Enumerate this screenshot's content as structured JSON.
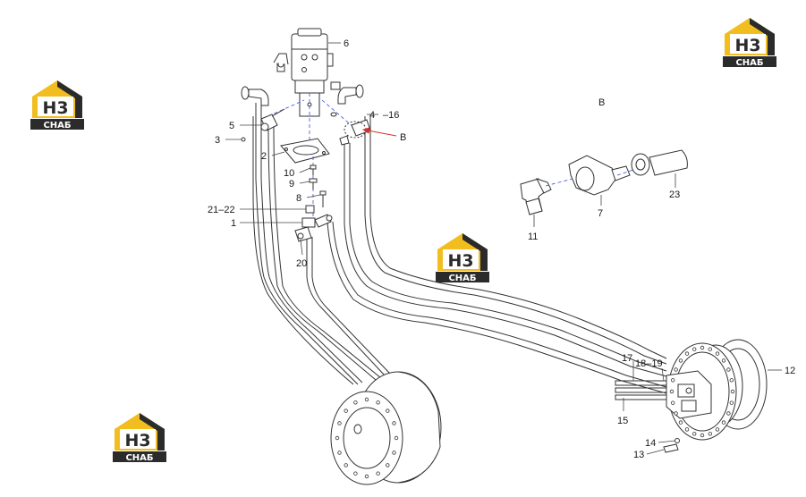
{
  "detail_view_label": "B",
  "watermark": {
    "main": "H3",
    "sub": "СНАБ",
    "color_yellow": "#f2bd1f",
    "color_dark": "#2b2b2b"
  },
  "callouts": {
    "c1": "1",
    "c2": "2",
    "c3": "3",
    "c4": "4",
    "c5": "5",
    "c6": "6",
    "c7": "7",
    "c8": "8",
    "c9": "9",
    "c10": "10",
    "c11": "11",
    "c12": "12",
    "c13": "13",
    "c14": "14",
    "c15": "15",
    "c16": "–16",
    "c17": "17",
    "c1819": "18–19",
    "c20": "20",
    "c2122": "21–22",
    "c23": "23",
    "cB": "B"
  },
  "colors": {
    "line": "#333333",
    "leader": "#444444",
    "leader_red": "#d23030",
    "centerline": "#3b4fd0"
  }
}
